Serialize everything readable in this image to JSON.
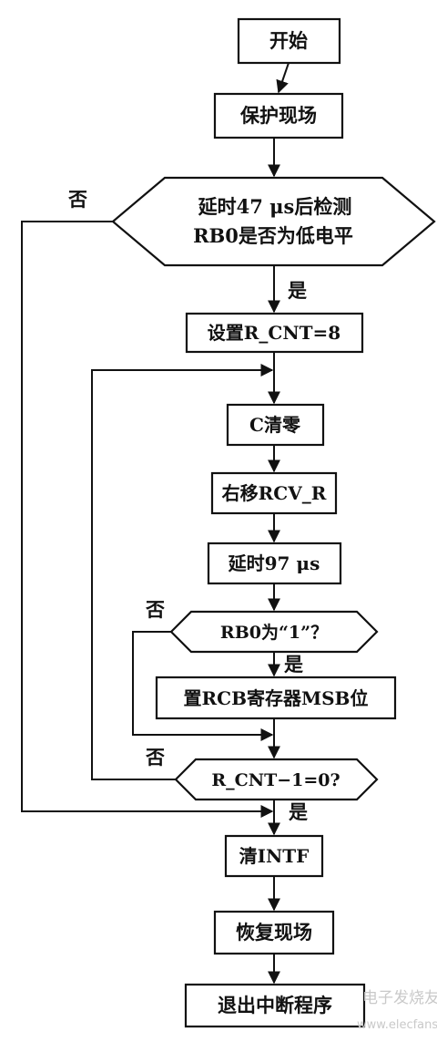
{
  "steps": {
    "start": "开始",
    "save_context": "保护现场",
    "check_rb0_line1": "延时47 μs后检测",
    "check_rb0_line2": "RB0是否为低电平",
    "set_rcnt": "设置R_CNT=8",
    "clear_c": "C清零",
    "shift_rcv": "右移RCV_R",
    "delay97": "延时97 μs",
    "rb0_is_one": "RB0为“1”？",
    "set_msb": "置RCB寄存器MSB位",
    "rcnt_zero": "R_CNT−1=0?",
    "clear_intf": "清INTF",
    "restore_context": "恢复现场",
    "exit_isr": "退出中断程序"
  },
  "labels": {
    "no": "否",
    "yes": "是"
  },
  "watermark": {
    "text": "电子发烧友网",
    "url": "www.elecfans.com"
  }
}
